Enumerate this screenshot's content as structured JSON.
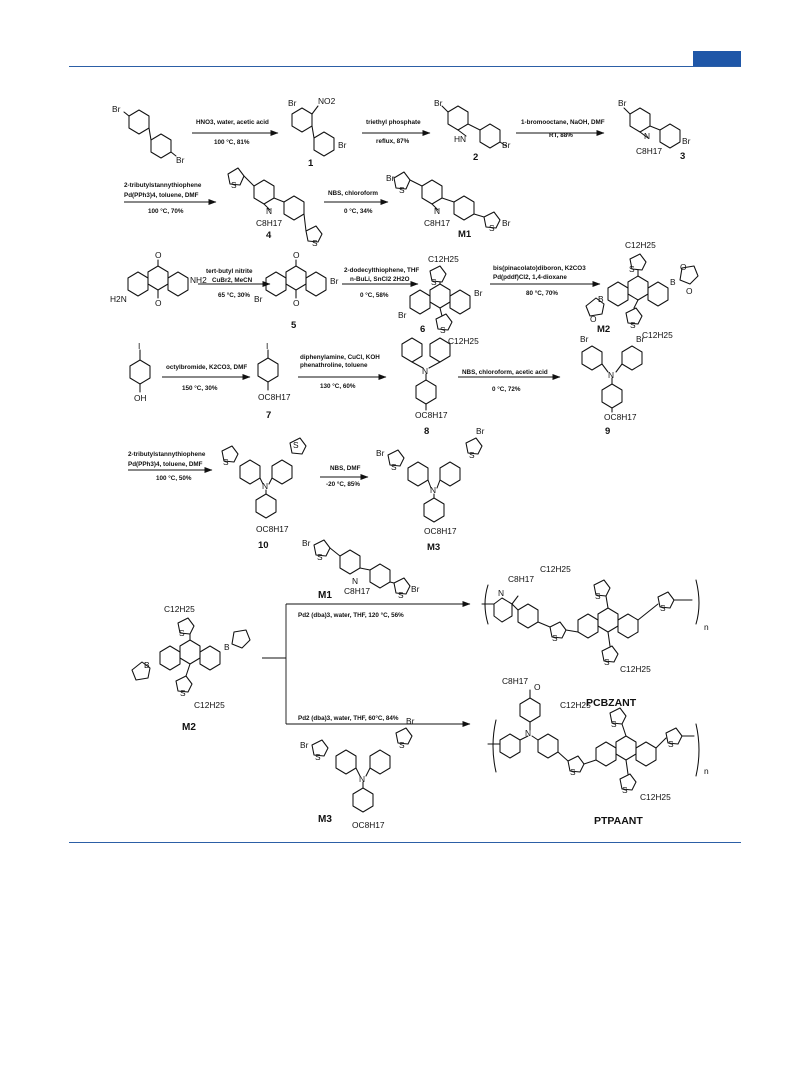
{
  "header": {
    "accent_color": "#1f57a8"
  },
  "rows": [
    {
      "id": "row1",
      "steps": [
        {
          "line1": "HNO3, water, acetic acid",
          "line2": "100 °C, 81%"
        },
        {
          "line1": "triethyl phosphate",
          "line2": "reflux, 87%"
        },
        {
          "line1": "1-bromooctane, NaOH, DMF",
          "line2": "RT, 88%"
        }
      ],
      "compounds": [
        "1",
        "2",
        "3"
      ]
    },
    {
      "id": "row2",
      "steps": [
        {
          "line1": "2-tributylstannythiophene",
          "line2": "Pd(PPh3)4, toluene, DMF",
          "line3": "100 °C, 70%"
        },
        {
          "line1": "NBS, chloroform",
          "line2": "0 °C, 34%"
        }
      ],
      "compounds": [
        "4",
        "M1"
      ]
    },
    {
      "id": "row3",
      "steps": [
        {
          "line1": "tert-butyl nitrite",
          "line2": "CuBr2, MeCN",
          "line3": "65 °C, 30%"
        },
        {
          "line1": "2-dodecylthiophene, THF",
          "line2": "n-BuLi, SnCl2 2H2O",
          "line3": "0 °C, 58%"
        },
        {
          "line1": "bis(pinacolato)diboron, K2CO3",
          "line2": "Pd(pddf)Cl2, 1,4-dioxane",
          "line3": "80 °C, 70%"
        }
      ],
      "compounds": [
        "5",
        "6",
        "M2"
      ]
    },
    {
      "id": "row4",
      "steps": [
        {
          "line1": "octylbromide, K2CO3, DMF",
          "line2": "150 °C, 30%"
        },
        {
          "line1": "diphenylamine, CuCl, KOH",
          "line2": "phenathroline, toluene",
          "line3": "130 °C, 60%"
        },
        {
          "line1": "NBS, chloroform, acetic acid",
          "line2": "0 °C, 72%"
        }
      ],
      "compounds": [
        "7",
        "8",
        "9"
      ]
    },
    {
      "id": "row5",
      "steps": [
        {
          "line1": "2-tributylstannythiophene",
          "line2": "Pd(PPh3)4, toluene, DMF",
          "line3": "100 °C, 50%"
        },
        {
          "line1": "NBS, DMF",
          "line2": "-20 °C, 85%"
        }
      ],
      "compounds": [
        "10",
        "M3"
      ]
    }
  ],
  "polymerization": {
    "monomers": [
      "M1",
      "M2",
      "M3"
    ],
    "route_top": "Pd2 (dba)3, water, THF, 120 °C, 56%",
    "route_bottom": "Pd2 (dba)3, water, THF, 60°C, 84%",
    "products": [
      "PCBZANT",
      "PTPAANT"
    ],
    "repeat": "n"
  },
  "atoms": {
    "Br": "Br",
    "NO2": "NO2",
    "HN": "HN",
    "N": "N",
    "S": "S",
    "O": "O",
    "B": "B",
    "OH": "OH",
    "I": "I",
    "NH2": "NH2",
    "H2N": "H2N",
    "C8H17": "C8H17",
    "C12H25": "C12H25",
    "OC8H17": "OC8H17"
  }
}
